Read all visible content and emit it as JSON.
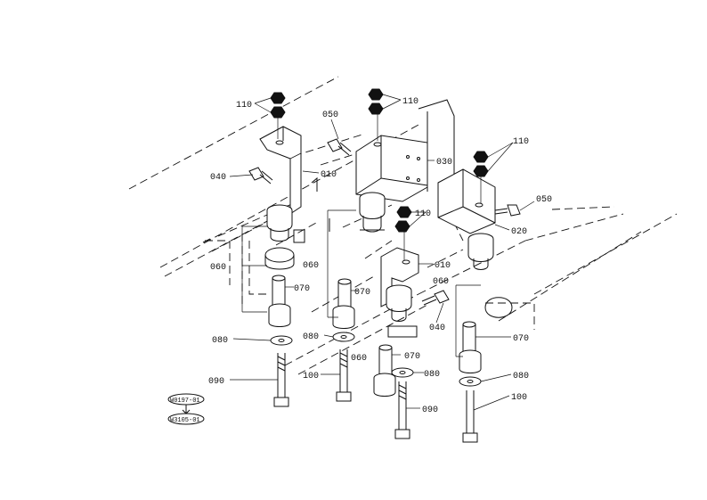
{
  "labels": {
    "c010a": "010",
    "c010b": "010",
    "c020": "020",
    "c030": "030",
    "c040a": "040",
    "c040b": "040",
    "c050a": "050",
    "c050b": "050",
    "c060a": "060",
    "c060b": "060",
    "c060c": "060",
    "c060d": "060",
    "c070a": "070",
    "c070b": "070",
    "c070c": "070",
    "c070d": "070",
    "c080a": "080",
    "c080b": "080",
    "c080c": "080",
    "c080d": "080",
    "c090a": "090",
    "c090b": "090",
    "c100a": "100",
    "c100b": "100",
    "c110a": "110",
    "c110b": "110",
    "c110c": "110",
    "c110d": "110"
  },
  "serial_box": {
    "top": "W0197-01",
    "bottom": "W3105-01"
  }
}
